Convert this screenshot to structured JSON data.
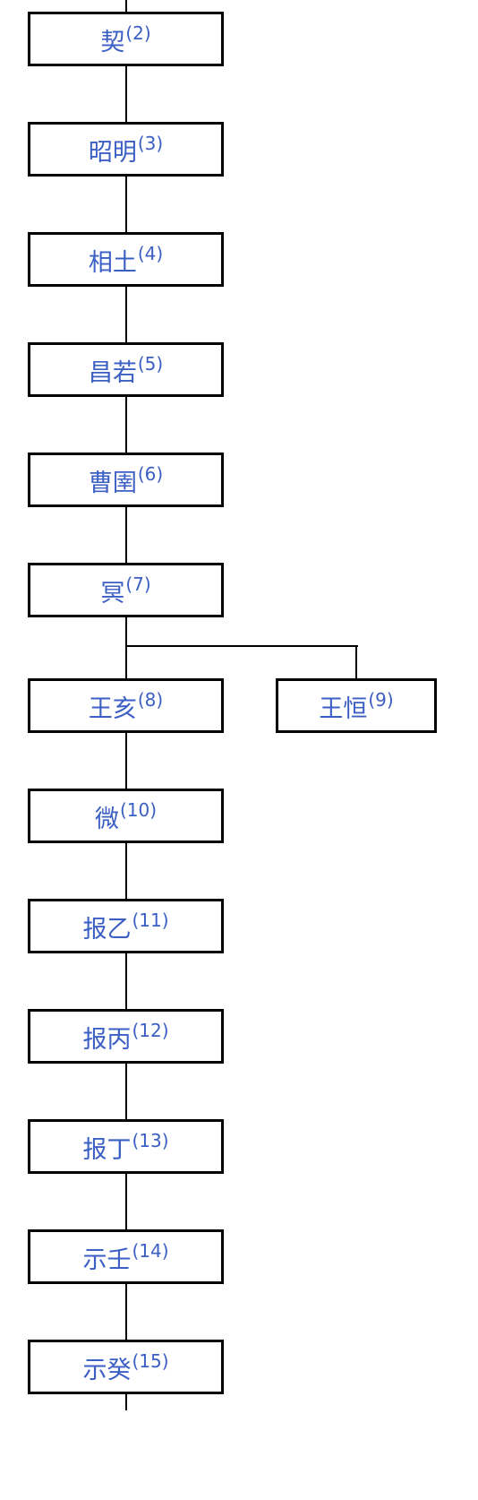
{
  "link_color": "#3b5fc4",
  "border_color": "#000000",
  "nodes": [
    {
      "name": "契",
      "num": "(2)"
    },
    {
      "name": "昭明",
      "num": "(3)"
    },
    {
      "name": "相土",
      "num": "(4)"
    },
    {
      "name": "昌若",
      "num": "(5)"
    },
    {
      "name": "曹圉",
      "num": "(6)"
    },
    {
      "name": "冥",
      "num": "(7)"
    },
    {
      "name": "王亥",
      "num": "(8)"
    },
    {
      "name": "王恒",
      "num": "(9)"
    },
    {
      "name": "微",
      "num": "(10)"
    },
    {
      "name": "报乙",
      "num": "(11)"
    },
    {
      "name": "报丙",
      "num": "(12)"
    },
    {
      "name": "报丁",
      "num": "(13)"
    },
    {
      "name": "示壬",
      "num": "(14)"
    },
    {
      "name": "示癸",
      "num": "(15)"
    }
  ]
}
